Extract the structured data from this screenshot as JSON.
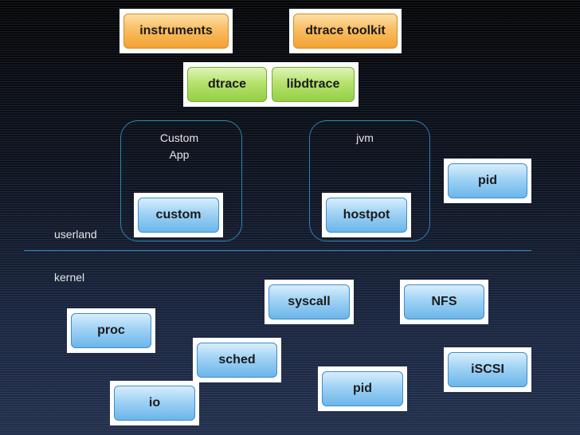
{
  "tools": {
    "instruments": "instruments",
    "dtrace_toolkit": "dtrace toolkit",
    "dtrace": "dtrace",
    "libdtrace": "libdtrace"
  },
  "groups": {
    "custom_app": "Custom App",
    "jvm": "jvm"
  },
  "providers": {
    "custom": "custom",
    "hostpot": "hostpot",
    "pid_user": "pid",
    "syscall": "syscall",
    "nfs": "NFS",
    "proc": "proc",
    "sched": "sched",
    "iscsi": "iSCSI",
    "pid_kernel": "pid",
    "io": "io"
  },
  "layers": {
    "userland": "userland",
    "kernel": "kernel"
  },
  "colors": {
    "tool_box": "#f9bd62",
    "library_box": "#b6e26e",
    "provider_box": "#9fd2f4",
    "group_outline": "#2a86b8",
    "divider": "#2f8cc0"
  }
}
